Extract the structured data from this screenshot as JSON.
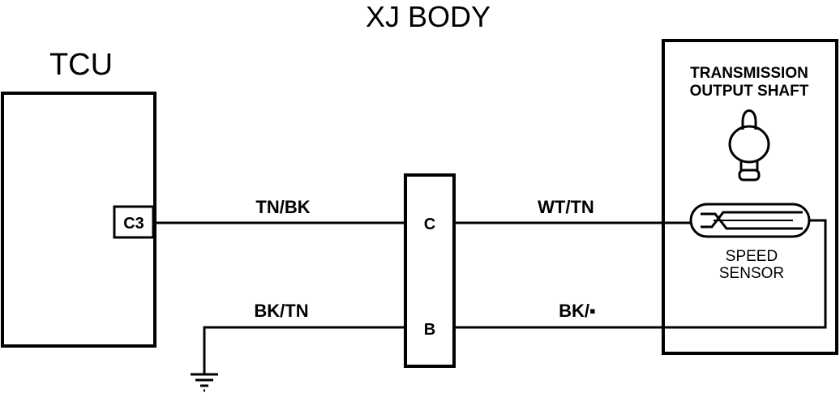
{
  "title": "XJ BODY",
  "tcu": {
    "label": "TCU",
    "pin": "C3"
  },
  "connector": {
    "pin_c": "C",
    "pin_b": "B"
  },
  "wires": {
    "tcu_to_c": "TN/BK",
    "ground_to_b": "BK/TN",
    "c_to_sensor": "WT/TN",
    "b_to_sensor": "BK/▪"
  },
  "sensor_box": {
    "heading_line1": "TRANSMISSION",
    "heading_line2": "OUTPUT SHAFT",
    "sensor_line1": "SPEED",
    "sensor_line2": "SENSOR"
  },
  "colors": {
    "ink": "#000000",
    "background": "#ffffff"
  }
}
